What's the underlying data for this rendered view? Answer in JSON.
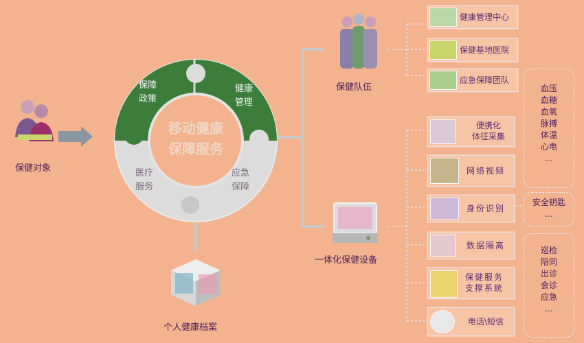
{
  "left": {
    "target_label": "保健对象",
    "archive_label": "个人健康档案"
  },
  "circle": {
    "center_line1": "移动健康",
    "center_line2": "保障服务",
    "seg_top_left": [
      "保障",
      "政策"
    ],
    "seg_top_right": [
      "健康",
      "管理"
    ],
    "seg_bottom_left": [
      "医疗",
      "服务"
    ],
    "seg_bottom_right": [
      "应急",
      "保障"
    ]
  },
  "team": {
    "label": "保健队伍",
    "items": [
      "健康管理中心",
      "保健基地医院",
      "应急保障团队"
    ]
  },
  "device": {
    "label": "一体化保健设备",
    "items": [
      {
        "line1": "便携化",
        "line2": "体征采集"
      },
      {
        "line1": "网络视频",
        "line2": ""
      },
      {
        "line1": "身份识别",
        "line2": ""
      },
      {
        "line1": "数据隔离",
        "line2": ""
      },
      {
        "line1": "保健服务",
        "line2": "支撑系统"
      },
      {
        "line1": "电话\\短信",
        "line2": ""
      }
    ]
  },
  "right_groups": {
    "vitals": [
      "血压",
      "血糖",
      "血氧",
      "脉搏",
      "体温",
      "心电",
      "…"
    ],
    "security": [
      "安全钥匙",
      "…"
    ],
    "services": [
      "巡检",
      "陪同",
      "出诊",
      "会诊",
      "应急",
      "…"
    ]
  },
  "colors": {
    "background": "#f4b38f",
    "ring_gray": "#dcdcdc",
    "green": "#3c7d3c",
    "line": "#c9c9c9"
  }
}
